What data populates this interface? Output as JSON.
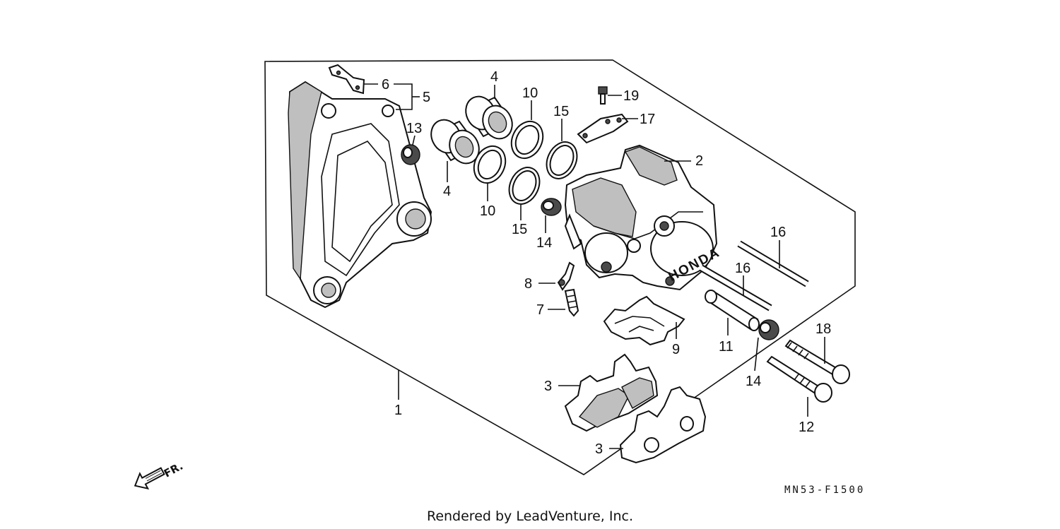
{
  "callouts": {
    "c1": "1",
    "c2": "2",
    "c3a": "3",
    "c3b": "3",
    "c4a": "4",
    "c4b": "4",
    "c5": "5",
    "c6": "6",
    "c7": "7",
    "c8": "8",
    "c9": "9",
    "c10a": "10",
    "c10b": "10",
    "c11": "11",
    "c12": "12",
    "c13": "13",
    "c14a": "14",
    "c14b": "14",
    "c15a": "15",
    "c15b": "15",
    "c16a": "16",
    "c16b": "16",
    "c17": "17",
    "c18": "18",
    "c19": "19"
  },
  "direction_label": "FR.",
  "brand_mark": "HONDA",
  "diagram_code": "MN53-F1500",
  "credit": "Rendered by LeadVenture, Inc."
}
